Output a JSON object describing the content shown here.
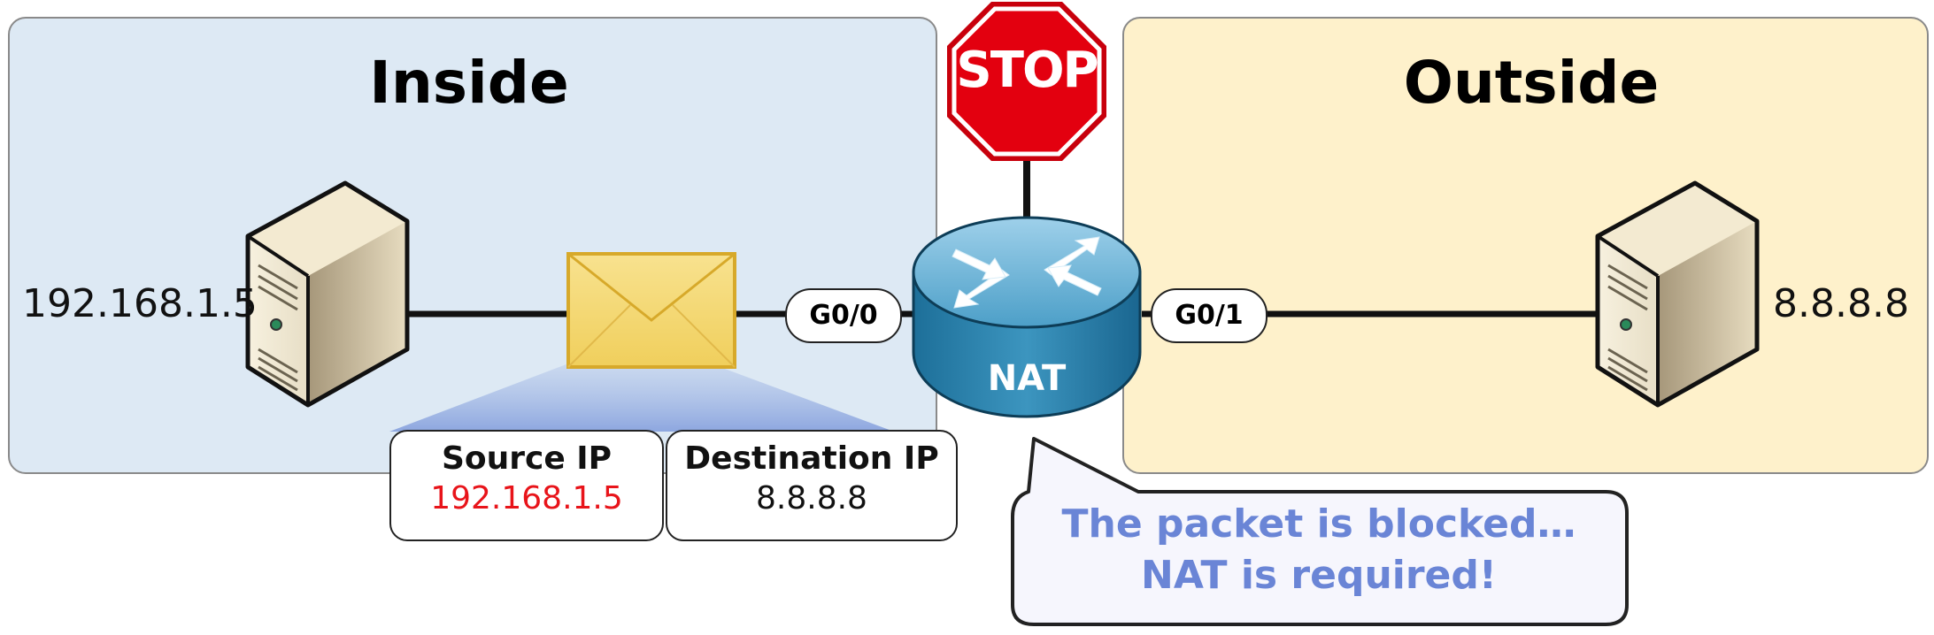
{
  "zones": {
    "inside_title": "Inside",
    "outside_title": "Outside"
  },
  "hosts": {
    "inside_ip": "192.168.1.5",
    "outside_ip": "8.8.8.8"
  },
  "router": {
    "label": "NAT",
    "inside_interface": "G0/0",
    "outside_interface": "G0/1"
  },
  "stop_sign": {
    "text": "STOP"
  },
  "packet_headers": {
    "source_title": "Source IP",
    "source_value": "192.168.1.5",
    "destination_title": "Destination IP",
    "destination_value": "8.8.8.8"
  },
  "callout": {
    "line1": "The packet is blocked…",
    "line2": "NAT is required!"
  },
  "colors": {
    "inside_bg": "#dde9f4",
    "outside_bg": "#fef1cb",
    "source_ip_text": "#e8141a",
    "callout_text": "#6a85d6",
    "stop_red": "#e3000f"
  }
}
